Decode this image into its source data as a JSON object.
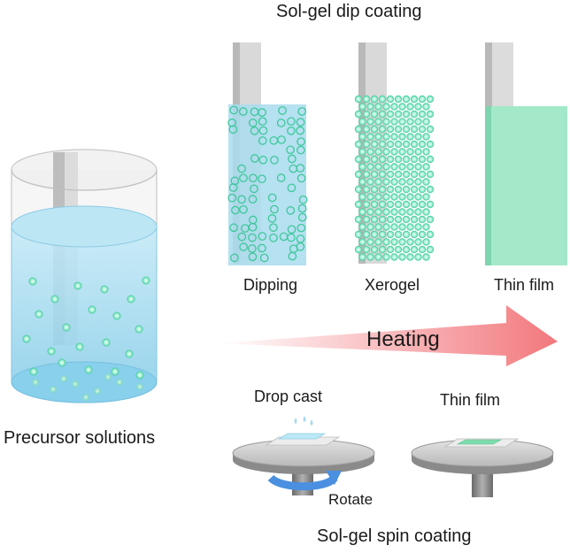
{
  "labels": {
    "dip_title": "Sol-gel dip coating",
    "dipping": "Dipping",
    "xerogel": "Xerogel",
    "thin_film_1": "Thin film",
    "heating": "Heating",
    "precursor": "Precursor solutions",
    "drop_cast": "Drop cast",
    "thin_film_2": "Thin film",
    "rotate": "Rotate",
    "spin_title": "Sol-gel spin coating"
  },
  "colors": {
    "particle": "#5fdcb5",
    "particle_ring": "#2fb88c",
    "liquid": "#a8dcef",
    "film": "#9be5c5",
    "arrow": "#f2787d",
    "rotate_arrow": "#4a8fe0",
    "slide": "#d2d2d2",
    "spinner": "#a8a8a8"
  }
}
